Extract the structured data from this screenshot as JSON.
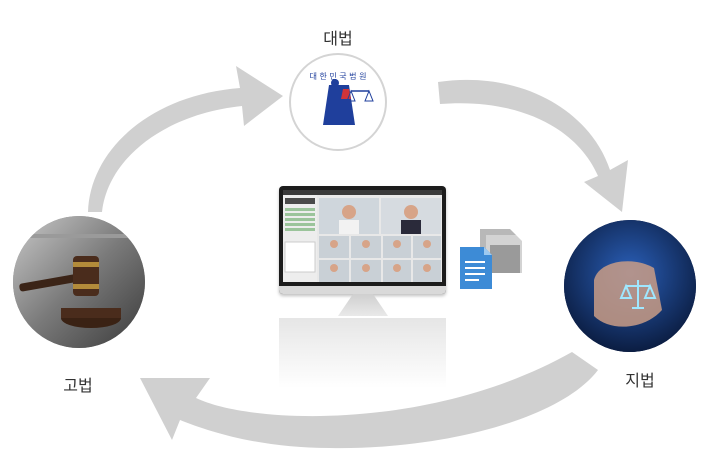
{
  "nodes": {
    "supreme": {
      "label": "대법",
      "emblem_text": "대 한 민 국 법 원"
    },
    "high": {
      "label": "고법"
    },
    "district": {
      "label": "지법"
    }
  },
  "colors": {
    "arrow": "#d0d0d0",
    "emblem_blue": "#1f3f9c",
    "emblem_red": "#d0343a",
    "doc_blue": "#3d8bd6",
    "folder_gray": "#b8b8b8"
  },
  "icons": [
    "gavel-icon",
    "scales-icon",
    "document-icon",
    "folder-icon",
    "monitor-icon"
  ]
}
